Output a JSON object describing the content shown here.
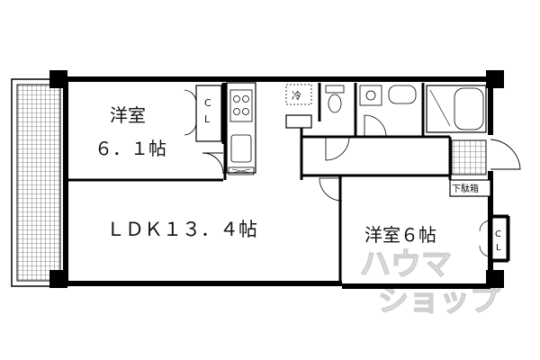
{
  "floorplan": {
    "rooms": {
      "western_room_left": {
        "name": "洋室",
        "size": "６．１帖"
      },
      "ldk": {
        "label": "ＬＤＫ１３．４帖"
      },
      "western_room_right": {
        "label": "洋室６帖"
      }
    },
    "closet_top": {
      "line1": "C",
      "line2": "L"
    },
    "closet_right": {
      "line1": "C",
      "line2": "L"
    },
    "fridge_label": "冷",
    "shoe_box_label": "下駄箱",
    "watermark": {
      "line1": "ハウマ",
      "line2": "ショップ"
    }
  }
}
